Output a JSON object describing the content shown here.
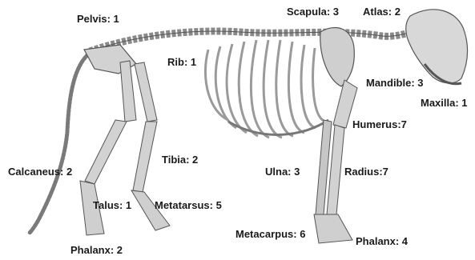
{
  "labels": {
    "pelvis": "Pelvis: 1",
    "scapula": "Scapula: 3",
    "atlas": "Atlas: 2",
    "rib": "Rib: 1",
    "mandible": "Mandible: 3",
    "maxilla": "Maxilla: 1",
    "humerus": "Humerus:7",
    "tibia": "Tibia: 2",
    "calcaneus": "Calcaneus: 2",
    "ulna": "Ulna: 3",
    "radius": "Radius:7",
    "talus": "Talus: 1",
    "metatarsus": "Metatarsus: 5",
    "metacarpus": "Metacarpus: 6",
    "phalanx_front": "Phalanx: 4",
    "phalanx_hind": "Phalanx: 2"
  },
  "colors": {
    "bone": "#d2d2d2",
    "bone_outline": "#555555",
    "label": "#1a1a1a",
    "background": "#ffffff"
  }
}
